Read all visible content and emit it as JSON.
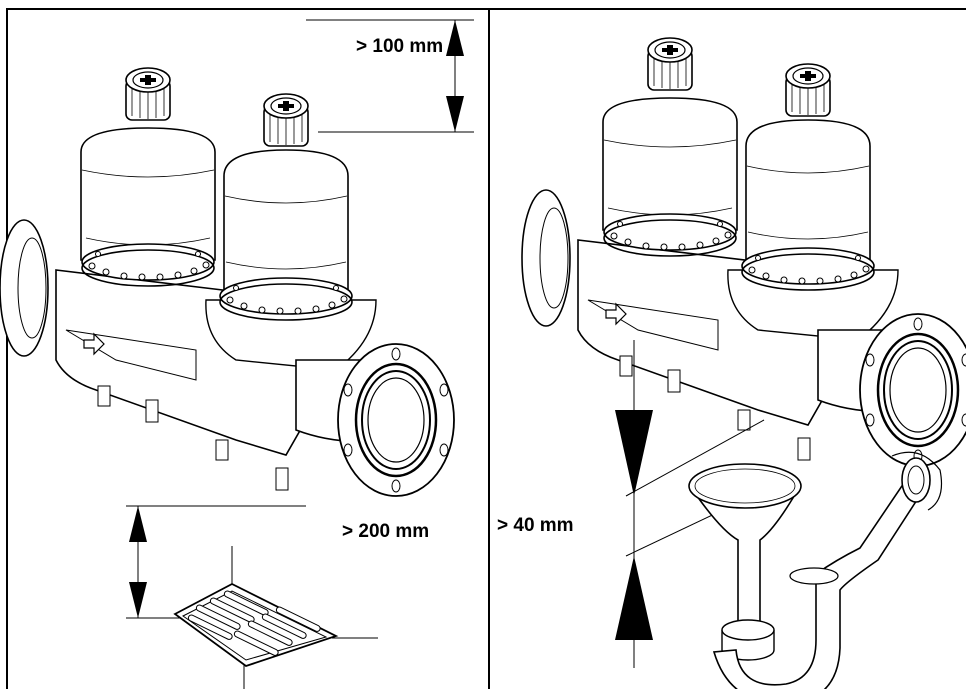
{
  "left_panel": {
    "label_top_clearance": "> 100 mm",
    "label_bottom_clearance": "> 200 mm",
    "objects": [
      "double-valve-assembly",
      "floor-drain-grate"
    ]
  },
  "right_panel": {
    "label_funnel_gap": "> 40 mm",
    "objects": [
      "double-valve-assembly",
      "drain-funnel",
      "p-trap-pipe"
    ]
  },
  "colors": {
    "line": "#000000",
    "background": "#ffffff"
  }
}
